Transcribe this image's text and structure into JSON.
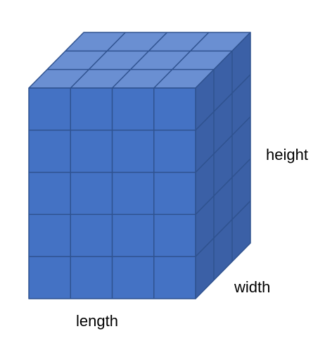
{
  "diagram": {
    "labels": {
      "height": "height",
      "width": "width",
      "length": "length"
    },
    "grid": {
      "length_units": 4,
      "width_units": 3,
      "height_units": 5
    },
    "colors": {
      "front_face": "#4472C4",
      "top_face": "#6A8FD2",
      "side_face": "#3B60A6",
      "grid_lines": "#2F528F"
    }
  }
}
